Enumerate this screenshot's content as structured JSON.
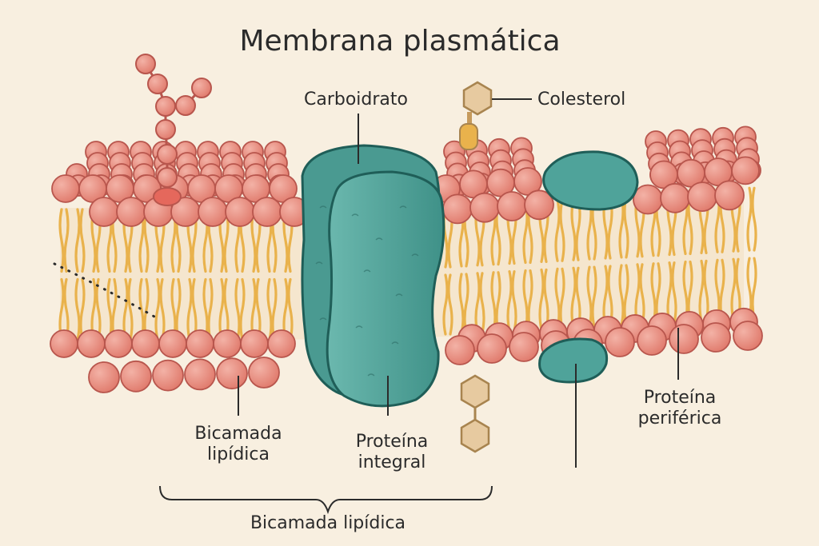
{
  "title": "Membrana plasmática",
  "labels": {
    "carbohydrate": "Carboidrato",
    "cholesterol": "Colesterol",
    "bilayer_line1": "Bicamada",
    "bilayer_line2": "lipídica",
    "integral_line1": "Proteína",
    "integral_line2": "integral",
    "peripheral_line1": "Proteína",
    "peripheral_line2": "periférica",
    "bilayer_bracket": "Bicamada lipídica"
  },
  "colors": {
    "background": "#f8efe0",
    "head": "#e58a7d",
    "head_stroke": "#b8564d",
    "tail": "#e9b24c",
    "protein": "#4fa39a",
    "protein_stroke": "#1f5e58",
    "glycan": "#e5685c",
    "cholesterol": "#e7caa0"
  }
}
